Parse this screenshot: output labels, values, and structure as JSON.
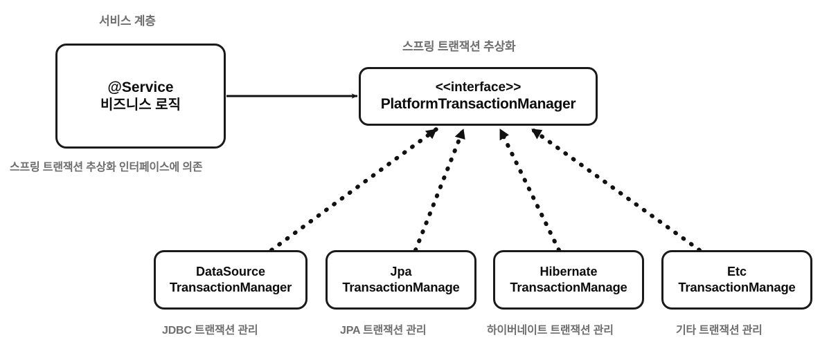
{
  "diagram": {
    "title_service_layer": "서비스 계층",
    "title_abstraction": "스프링 트랜잭션 추상화",
    "note_dependency": "스프링 트랜잭션 추상화 인터페이스에 의존",
    "colors": {
      "label_gray": "#6e6e6e",
      "stroke_black": "#1a1a1a",
      "box_fill": "#ffffff",
      "page_background": "#ffffff"
    },
    "service_node": {
      "line_1": "@Service",
      "line_2": "비즈니스 로직"
    },
    "interface_node": {
      "line_1": "<<interface>>",
      "line_2": "PlatformTransactionManager"
    },
    "implementations": [
      {
        "line_1": "DataSource",
        "line_2": "TransactionManager",
        "caption": "JDBC 트랜잭션 관리"
      },
      {
        "line_1": "Jpa",
        "line_2": "TransactionManage",
        "caption": "JPA 트랜잭션 관리"
      },
      {
        "line_1": "Hibernate",
        "line_2": "TransactionManage",
        "caption": "하이버네이트 트랜잭션 관리"
      },
      {
        "line_1": "Etc",
        "line_2": "TransactionManage",
        "caption": "기타 트랜잭션 관리"
      }
    ],
    "connectors": {
      "service_to_interface": "solid-arrow",
      "implementations_to_interface": "dotted-realization-arrow"
    }
  }
}
